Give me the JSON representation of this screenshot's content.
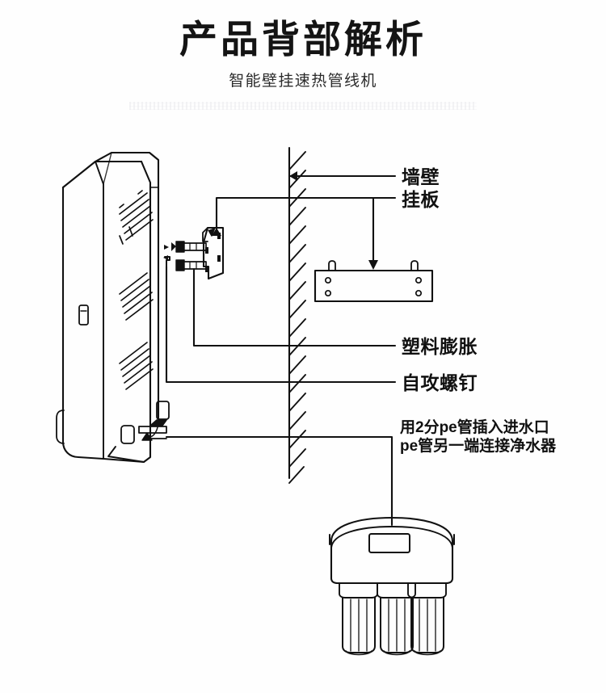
{
  "header": {
    "title": "产品背部解析",
    "subtitle": "智能壁挂速热管线机"
  },
  "labels": {
    "wall": "墙壁",
    "hanging_plate": "挂板",
    "plastic_anchor": "塑料膨胀",
    "self_tapping_screw": "自攻螺钉",
    "pipe_line_1": "用2分pe管插入进水口",
    "pipe_line_2": "pe管另一端连接净水器"
  },
  "parts": {
    "appliance": "wall-mounted instant hot water dispenser",
    "mount_bracket_side": "mounting bracket side view",
    "mount_bracket_front": "mounting plate front view",
    "screws": "two self-tapping screws with plastic anchors",
    "purifier": "water purifier with three filter cartridges",
    "pe_tube": "2-fen PE water tube"
  },
  "colors": {
    "background": "#fefefe",
    "ink": "#111111",
    "line": "#1a1a1a"
  }
}
